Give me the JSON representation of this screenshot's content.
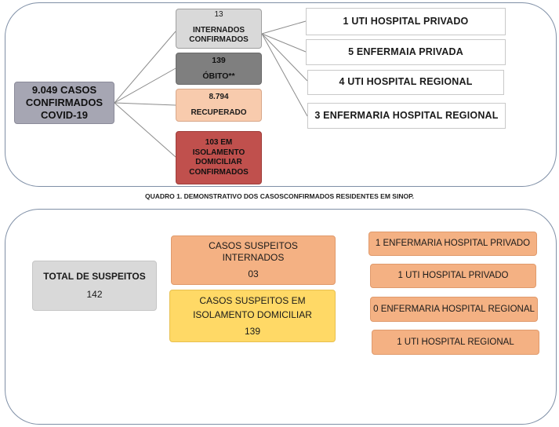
{
  "quadro1": {
    "root": {
      "line1": "9.049 CASOS",
      "line2": "CONFIRMADOS",
      "line3": "COVID-19"
    },
    "internados": {
      "count": "13",
      "label1": "INTERNADOS",
      "label2": "CONFIRMADOS"
    },
    "obito": {
      "count": "139",
      "label": "ÓBITO**"
    },
    "recuperado": {
      "count": "8.794",
      "label": "RECUPERADO"
    },
    "isolamento": {
      "line1": "103 EM",
      "line2": "ISOLAMENTO",
      "line3": "DOMICILIAR",
      "line4": "CONFIRMADOS"
    },
    "hospitals": [
      "1 UTI  HOSPITAL PRIVADO",
      "5 ENFERMAIA  PRIVADA",
      "4  UTI  HOSPITAL  REGIONAL",
      "3 ENFERMARIA HOSPITAL REGIONAL"
    ],
    "colors": {
      "gray_box": "#d9d9d9",
      "dark_box": "#7f7f7f",
      "peach_box": "#f8cbad",
      "red_box": "#c0504d",
      "root_box": "#a6a6b3"
    }
  },
  "caption": "QUADRO 1.  DEMONSTRATIVO DOS CASOSCONFIRMADOS RESIDENTES EM SINOP.",
  "quadro2": {
    "root": {
      "label": "TOTAL DE SUSPEITOS",
      "count": "142"
    },
    "internados": {
      "line1": "CASOS SUSPEITOS",
      "line2": "INTERNADOS",
      "count": "03"
    },
    "isolamento": {
      "line1": "CASOS SUSPEITOS EM",
      "line2": "ISOLAMENTO DOMICILIAR",
      "count": "139"
    },
    "hospitals": [
      "1 ENFERMARIA HOSPITAL PRIVADO",
      "1  UTI HOSPITAL PRIVADO",
      "0 ENFERMARIA HOSPITAL REGIONAL",
      "1 UTI HOSPITAL  REGIONAL"
    ],
    "colors": {
      "root_box": "#d9d9d9",
      "orange_box": "#f4b183",
      "yellow_box": "#ffd966"
    }
  }
}
